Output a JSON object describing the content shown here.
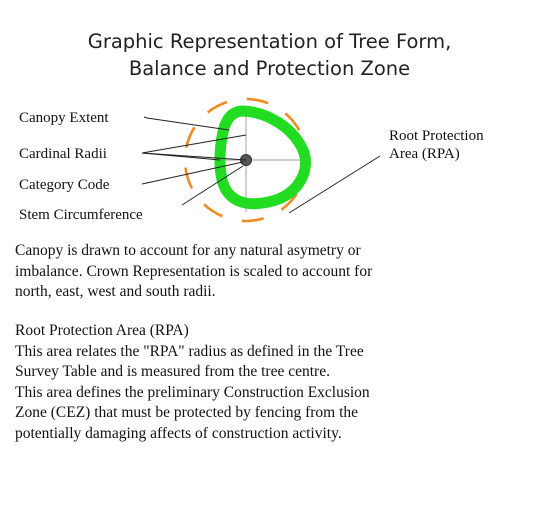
{
  "title": {
    "line1": "Graphic Representation of Tree Form,",
    "line2": "Balance and Protection Zone"
  },
  "labels": {
    "canopy_extent": "Canopy Extent",
    "cardinal_radii": "Cardinal Radii",
    "category_code": "Category Code",
    "stem_circumference": "Stem Circumference",
    "rpa_line1": "Root Protection",
    "rpa_line2": "Area (RPA)"
  },
  "colors": {
    "canopy": "#21dc21",
    "rpa_dash": "#f28a22",
    "radii": "#bdbdbd",
    "stem": "#555555",
    "text": "#111111"
  },
  "paragraph1": [
    "Canopy is drawn to account for any natural asymetry or",
    "imbalance. Crown Representation is scaled to account for",
    "north, east, west and south radii."
  ],
  "paragraph2": [
    "Root Protection Area (RPA)",
    "This area relates the \"RPA\" radius as defined in the Tree",
    "Survey Table and is measured from the tree centre.",
    "This area defines the preliminary Construction Exclusion",
    "Zone (CEZ) that must be protected by fencing from the",
    "potentially damaging affects of construction activity."
  ]
}
